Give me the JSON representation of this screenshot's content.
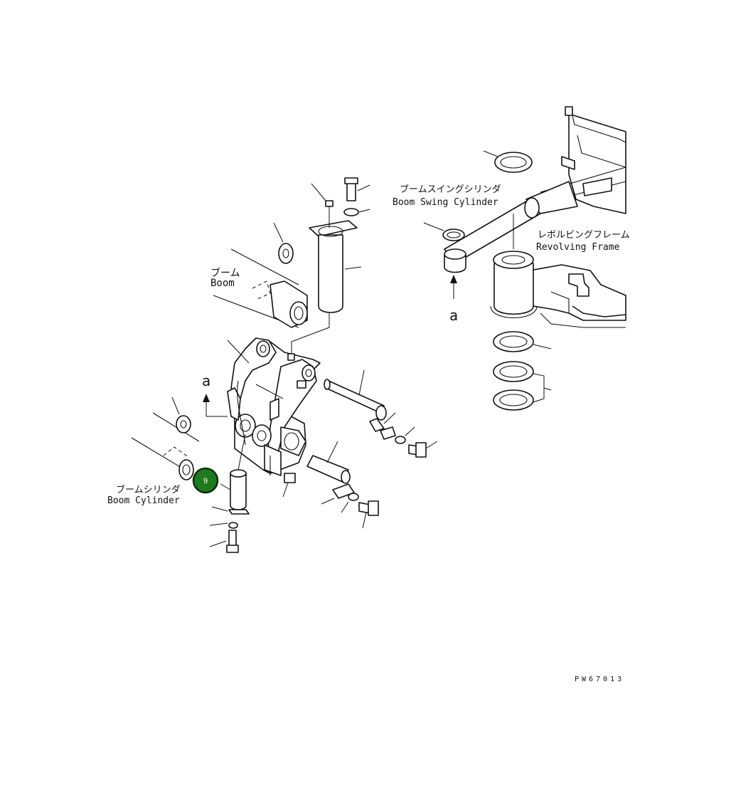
{
  "labels": {
    "boom_jp": "ブーム",
    "boom_en": "Boom",
    "boom_swing_cylinder_jp": "ブームスイングシリンダ",
    "boom_swing_cylinder_en": "Boom Swing Cylinder",
    "revolving_frame_jp": "レボルビングフレーム",
    "revolving_frame_en": "Revolving Frame",
    "boom_cylinder_jp": "ブームシリンダ",
    "boom_cylinder_en": "Boom Cylinder",
    "view_arrow_left": "a",
    "view_arrow_right": "a",
    "drawing_number": "PW67013"
  },
  "callout": {
    "number": "9",
    "fill_color": "#1f7a1f",
    "ring_color": "#0b2e0b"
  }
}
